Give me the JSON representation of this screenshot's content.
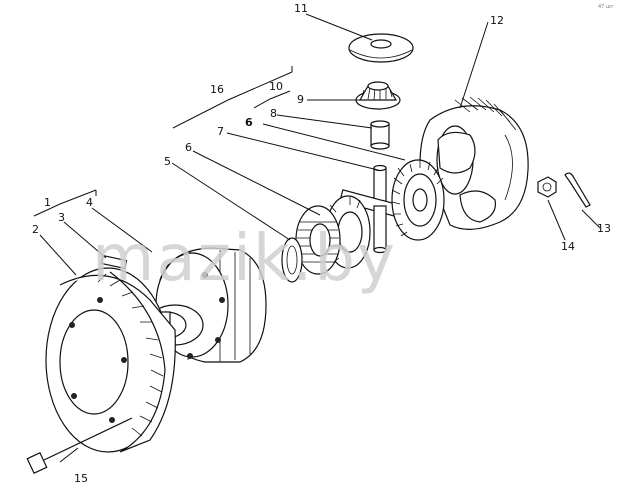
{
  "watermark": "mazik.by",
  "corner_text": "47 шт",
  "callouts": [
    {
      "id": "c1",
      "text": "1"
    },
    {
      "id": "c2",
      "text": "2"
    },
    {
      "id": "c3",
      "text": "3"
    },
    {
      "id": "c4",
      "text": "4"
    },
    {
      "id": "c5",
      "text": "5"
    },
    {
      "id": "c6a",
      "text": "6"
    },
    {
      "id": "c6b",
      "text": "6"
    },
    {
      "id": "c7",
      "text": "7"
    },
    {
      "id": "c8",
      "text": "8"
    },
    {
      "id": "c9",
      "text": "9"
    },
    {
      "id": "c10",
      "text": "10"
    },
    {
      "id": "c11",
      "text": "11"
    },
    {
      "id": "c12",
      "text": "12"
    },
    {
      "id": "c13",
      "text": "13"
    },
    {
      "id": "c14",
      "text": "14"
    },
    {
      "id": "c15",
      "text": "15"
    },
    {
      "id": "c16",
      "text": "16"
    }
  ]
}
